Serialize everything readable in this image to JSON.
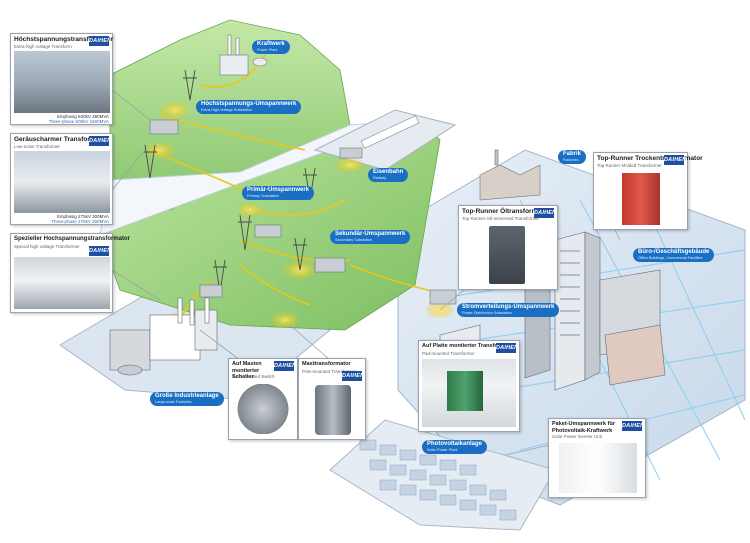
{
  "colors": {
    "pill": "#1a6fc4",
    "logo": "#1f4fa0",
    "hill": "#a9d98a",
    "platform": "#d9e6f3",
    "grid": "#8fd0f0",
    "glow": "#f5d21f"
  },
  "brand": "DAIHEN",
  "cards": {
    "c1": {
      "title": "Höchstspannungstransformator",
      "sub": "Extra-high voltage Transform",
      "cap1": "Einphasig 500kV 380MVA",
      "cap2": "Three-phase 500kV 1500MVA"
    },
    "c2": {
      "title": "Geräuscharmer Transformator",
      "sub": "Low-noise Transformer",
      "cap1": "Einphasig 275kV 300MVA",
      "cap2": "Three-phase 275kV 300MVA"
    },
    "c3": {
      "title": "Spezieller Hochspannungstransformator",
      "sub": "Special high voltage Transformer"
    },
    "topoil": {
      "title": "Top-Runner Öltransformator",
      "sub": "Top Runner Oil-Immersed Transformer"
    },
    "topdry": {
      "title": "Top-Runner Trockentransformator",
      "sub": "Top Runner Molded Transformer"
    },
    "pole": {
      "title": "Auf Masten montierter Schalter",
      "sub": "Pole-mounted Switch"
    },
    "mast": {
      "title": "Masttransformator",
      "sub": "Pole-mounted Transformer"
    },
    "pad": {
      "title": "Auf Platte montierter Transformator",
      "sub": "Pad-mounted Transformer"
    },
    "solar": {
      "title": "Paket-Umspannwerk für Photovoltaik-Kraftwerk",
      "sub": "Solar Power inverter Unit"
    }
  },
  "labels": {
    "kraftwerk": {
      "t": "Kraftwerk",
      "s": "Power Plant"
    },
    "hsu": {
      "t": "Höchstspannungs-Umspannwerk",
      "s": "Extra-High-Voltage Substation"
    },
    "primar": {
      "t": "Primär-Umspannwerk",
      "s": "Primary Substation"
    },
    "eisenbahn": {
      "t": "Eisenbahn",
      "s": "Railway"
    },
    "sekundar": {
      "t": "Sekundär-Umspannwerk",
      "s": "Secondary Substation"
    },
    "strom": {
      "t": "Stromverteilungs-Umspannwerk",
      "s": "Power Distribution Substation"
    },
    "fabrik": {
      "t": "Fabrik",
      "s": "Factories"
    },
    "buero": {
      "t": "Büro-/Geschäftsgebäude",
      "s": "Office Buildings, Commercial Facilities"
    },
    "industrie": {
      "t": "Große Industrieanlage",
      "s": "Large-scale Factories"
    },
    "photo": {
      "t": "Photovoltaikanlage",
      "s": "Solar Power Plant"
    }
  }
}
